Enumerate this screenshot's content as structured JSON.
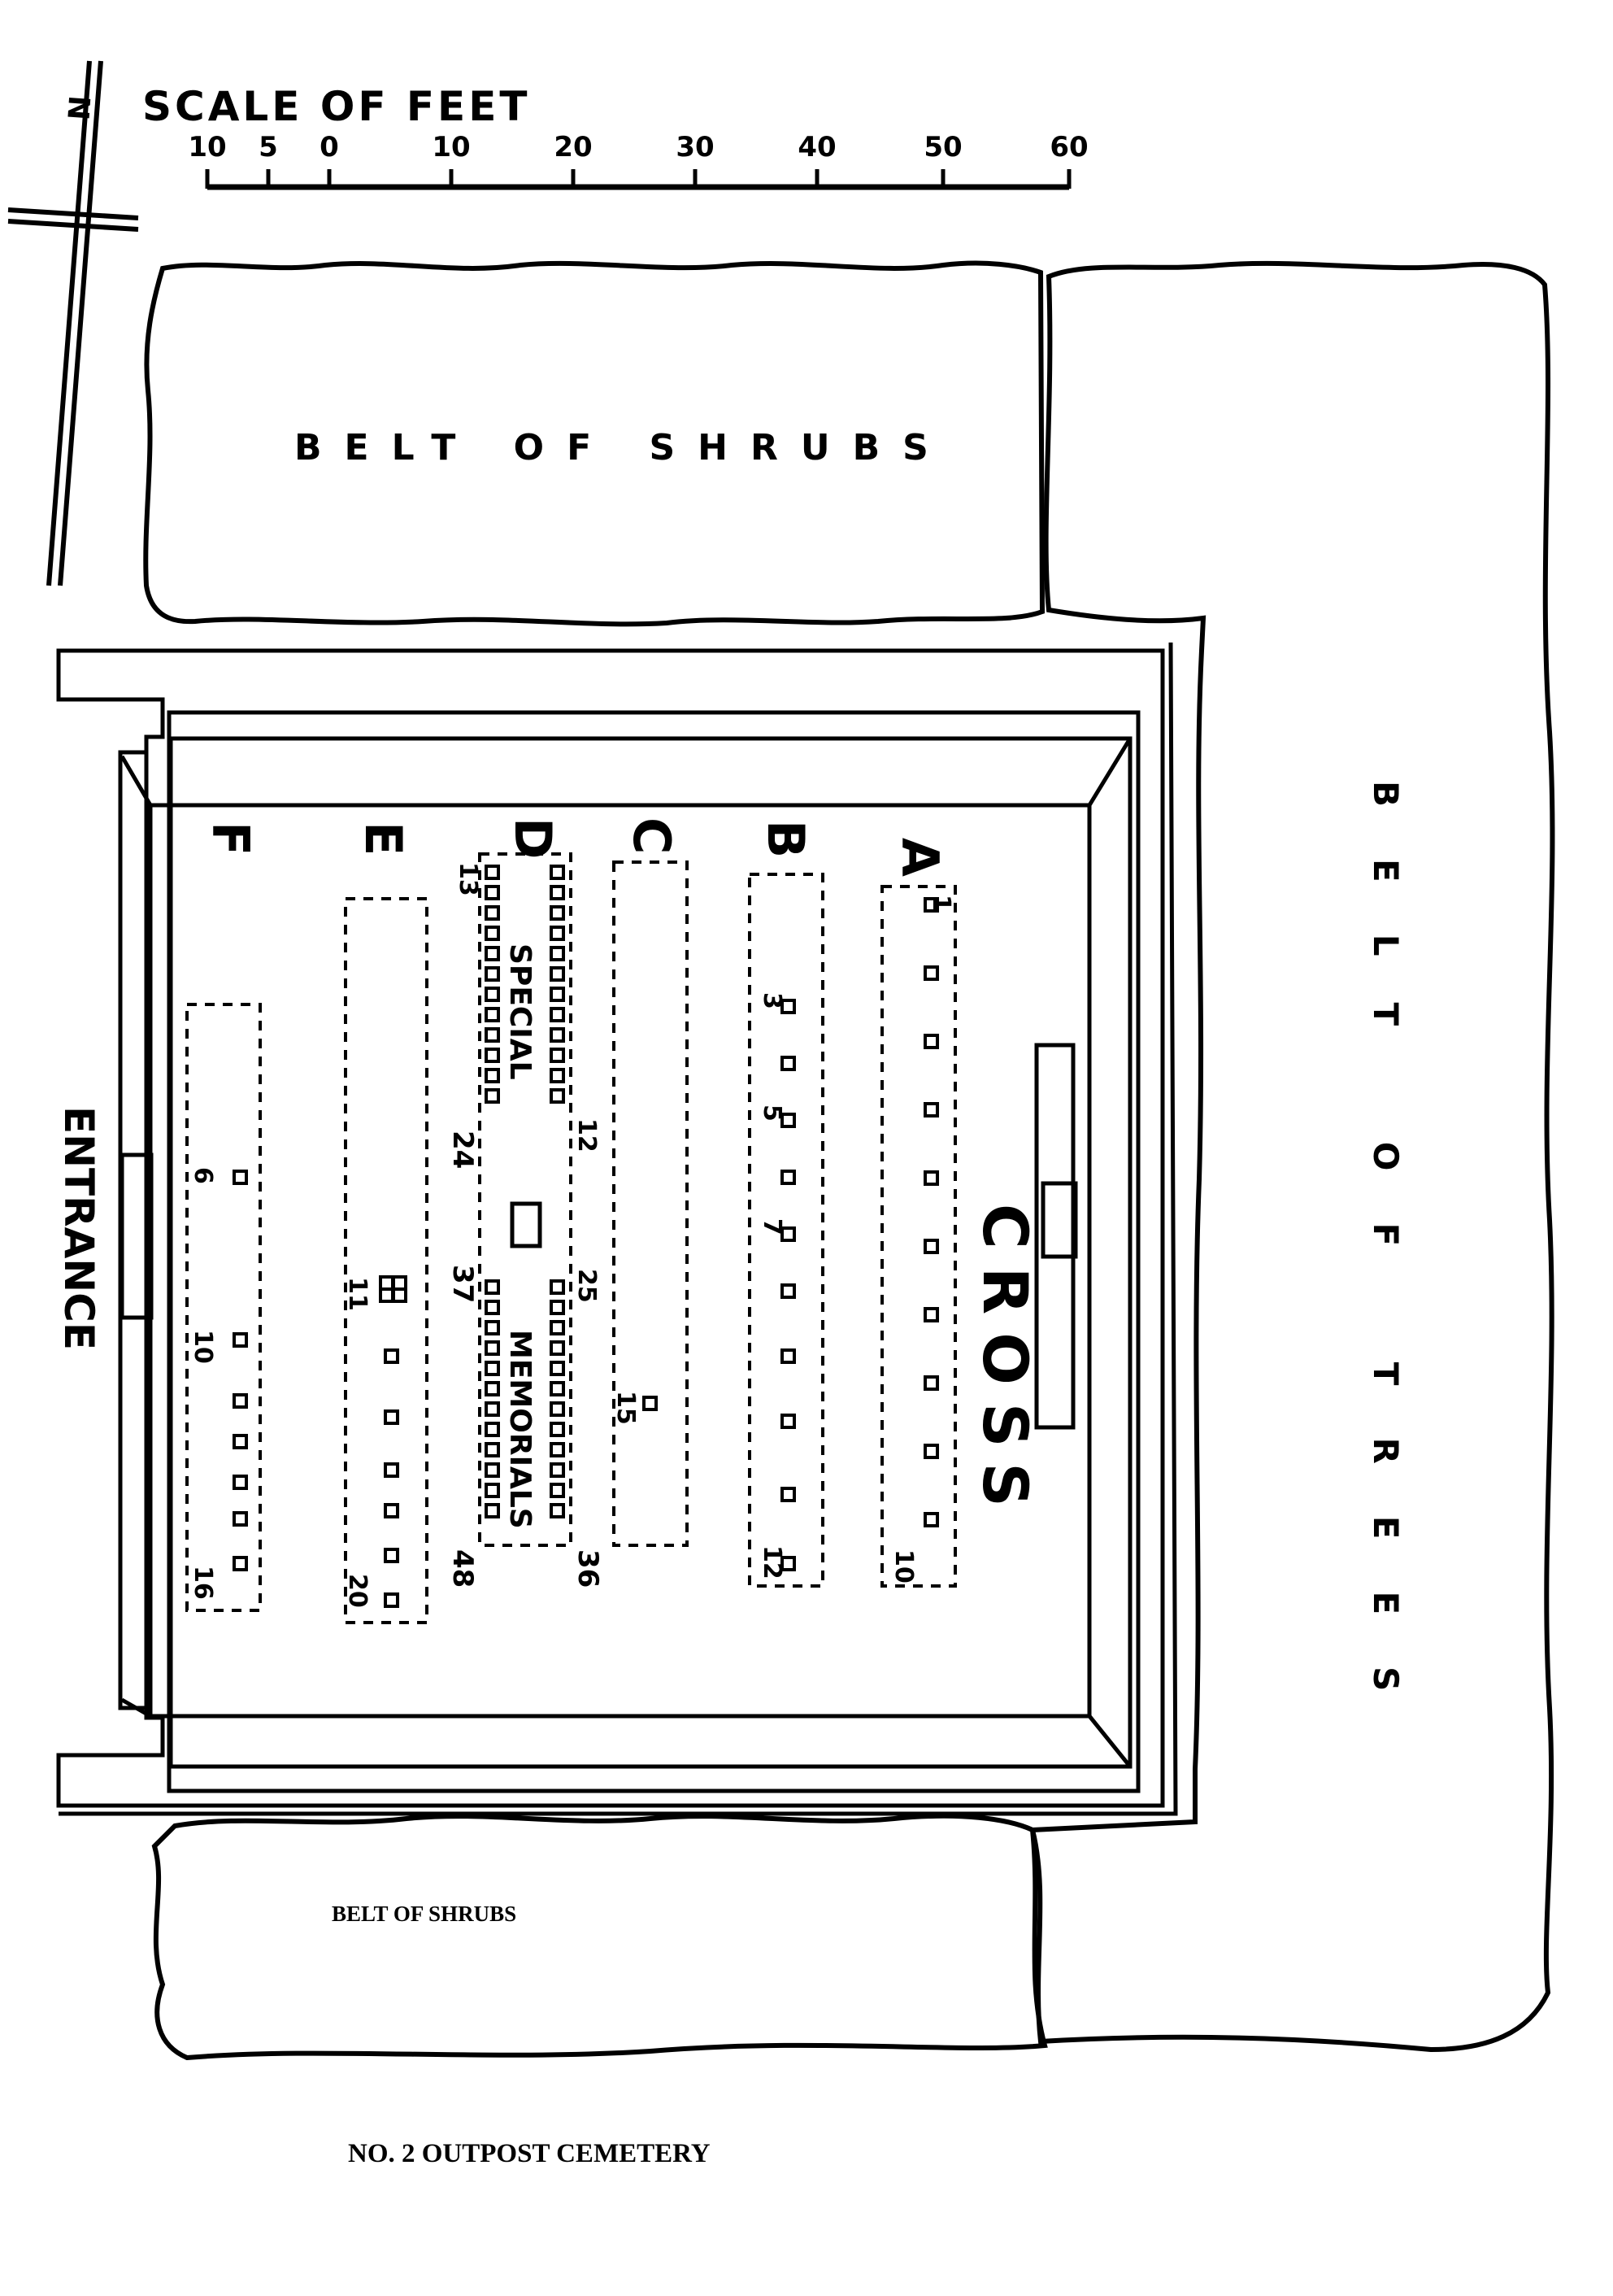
{
  "scale": {
    "title": "SCALE OF FEET",
    "ticks": [
      "10",
      "5",
      "0",
      "10",
      "20",
      "30",
      "40",
      "50",
      "60"
    ]
  },
  "compass": {
    "north_label": "N"
  },
  "areas": {
    "shrubs_top": "BELT OF SHRUBS",
    "shrubs_bottom": "BELT OF SHRUBS",
    "trees": "BELT OF TREES",
    "entrance": "ENTRANCE",
    "cross": "CROSS"
  },
  "rows": {
    "A": {
      "label": "A",
      "numbers": [
        "1",
        "10"
      ]
    },
    "B": {
      "label": "B",
      "numbers": [
        "3",
        "5",
        "7",
        "12"
      ]
    },
    "C": {
      "label": "C",
      "numbers": [
        "15"
      ]
    },
    "D": {
      "label": "D",
      "numbers": [
        "13",
        "12",
        "24",
        "25",
        "37",
        "36",
        "48"
      ]
    },
    "E": {
      "label": "E",
      "numbers": [
        "11",
        "20"
      ]
    },
    "F": {
      "label": "F",
      "numbers": [
        "6",
        "10",
        "16"
      ]
    }
  },
  "special_memorials": [
    "SPECIAL",
    "MEMORIALS"
  ],
  "caption": "NO. 2 OUTPOST CEMETERY"
}
